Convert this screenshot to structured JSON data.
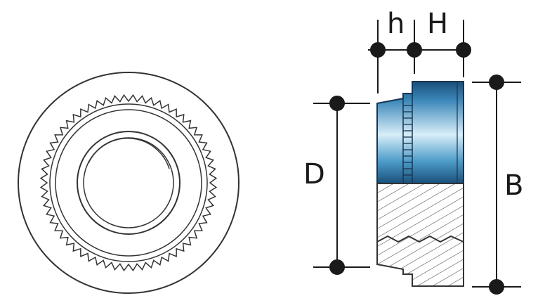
{
  "labels": {
    "h": "h",
    "H": "H",
    "D": "D",
    "B": "B"
  },
  "colors": {
    "line": "#1a1a1a",
    "body_blue_dark": "#1a4f7a",
    "body_blue_light": "#bfe0f0",
    "background": "#ffffff"
  },
  "views": [
    "top-view",
    "section-view"
  ]
}
